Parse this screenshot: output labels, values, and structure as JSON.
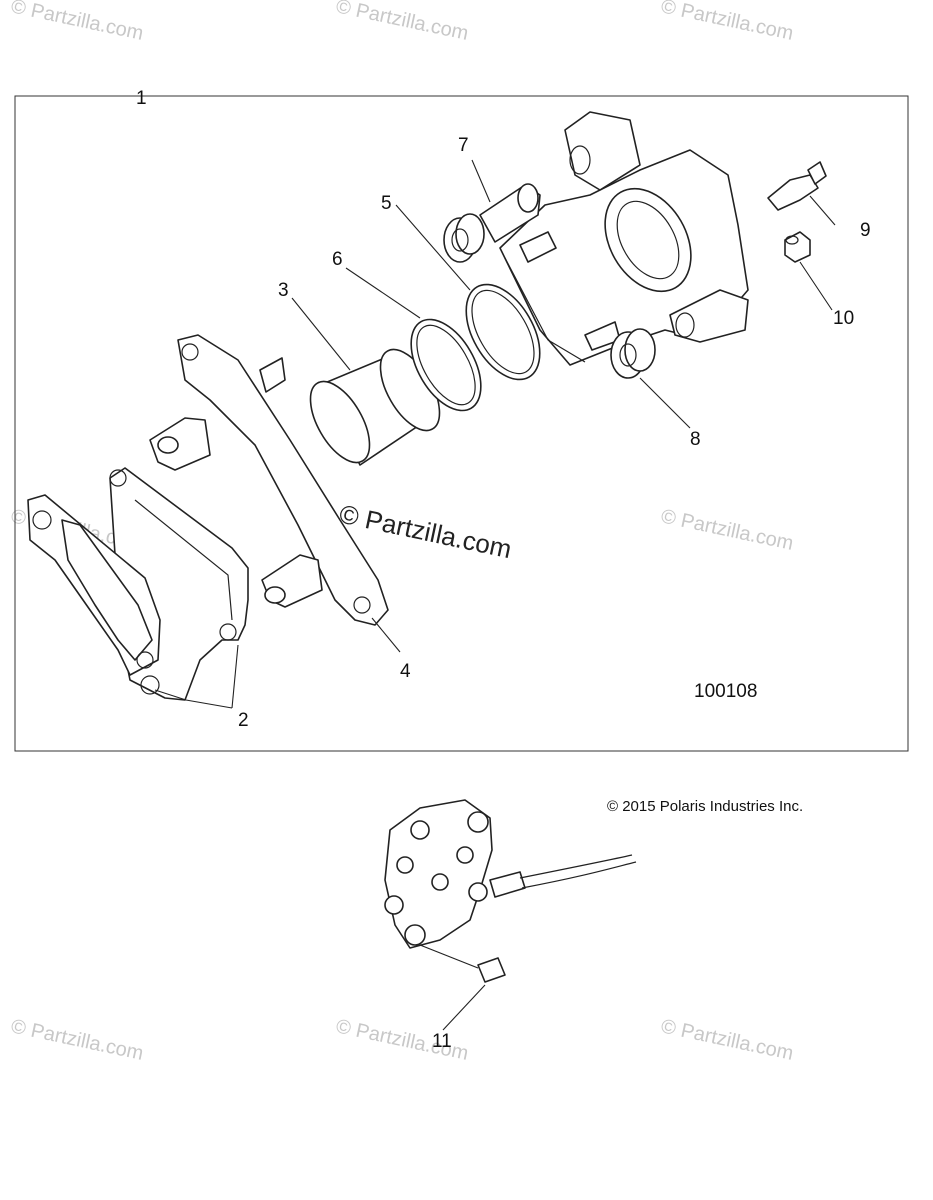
{
  "diagram": {
    "drawing_number": "100108",
    "copyright": "© 2015 Polaris Industries Inc.",
    "watermark": "© Partzilla.com",
    "callouts": [
      {
        "id": "c1",
        "label": "1"
      },
      {
        "id": "c2",
        "label": "2"
      },
      {
        "id": "c3",
        "label": "3"
      },
      {
        "id": "c4",
        "label": "4"
      },
      {
        "id": "c5",
        "label": "5"
      },
      {
        "id": "c6",
        "label": "6"
      },
      {
        "id": "c7",
        "label": "7"
      },
      {
        "id": "c8",
        "label": "8"
      },
      {
        "id": "c9",
        "label": "9"
      },
      {
        "id": "c10",
        "label": "10"
      },
      {
        "id": "c11",
        "label": "11"
      }
    ]
  }
}
